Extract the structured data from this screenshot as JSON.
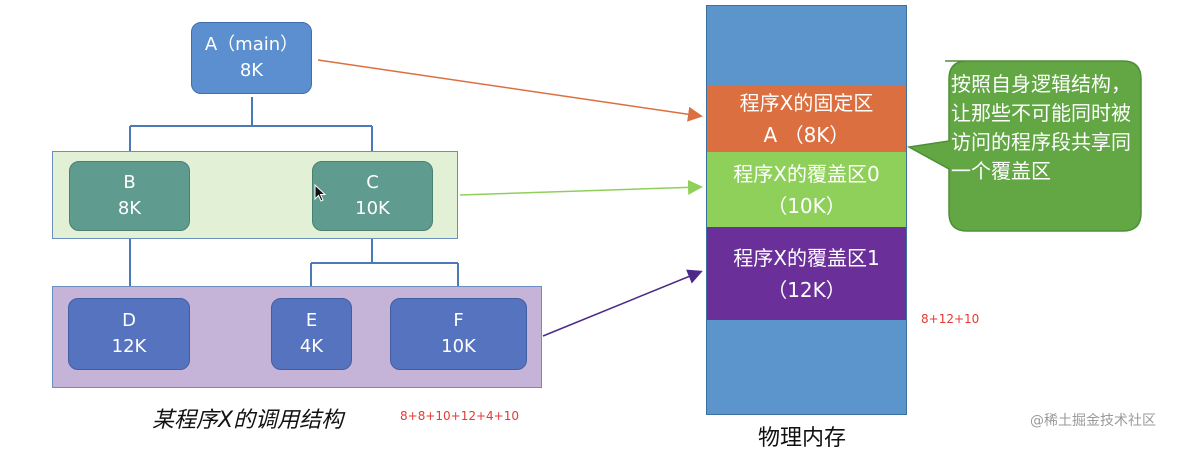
{
  "tree": {
    "root": {
      "name": "A（main）",
      "size": "8K"
    },
    "level1": [
      {
        "name": "B",
        "size": "8K"
      },
      {
        "name": "C",
        "size": "10K"
      }
    ],
    "level2": [
      {
        "name": "D",
        "size": "12K"
      },
      {
        "name": "E",
        "size": "4K"
      },
      {
        "name": "F",
        "size": "10K"
      }
    ],
    "caption": "某程序X的调用结构",
    "sum_note": "8+8+10+12+4+10"
  },
  "memory": {
    "caption": "物理内存",
    "fixed": {
      "title": "程序X的固定区",
      "detail": "A （8K）"
    },
    "overlay0": {
      "title": "程序X的覆盖区0",
      "detail": "（10K）"
    },
    "overlay1": {
      "title": "程序X的覆盖区1",
      "detail": "（12K）"
    },
    "sum_note": "8+12+10"
  },
  "callout": {
    "text": "按照自身逻辑结构，让那些不可能同时被访问的程序段共享同一个覆盖区"
  },
  "watermark": "@稀土掘金技术社区",
  "colors": {
    "node_blue": "#5b8fcf",
    "group1_bg": "#e2f0d6",
    "group1_node": "#5f9b8f",
    "group2_bg": "#c6b3d8",
    "group2_node": "#5673c0",
    "memory_blue": "#5b95cc",
    "fixed_orange": "#dc6f3f",
    "overlay0_green": "#8fd05a",
    "overlay1_purple": "#6b2f9a",
    "callout_green": "#62a744"
  }
}
